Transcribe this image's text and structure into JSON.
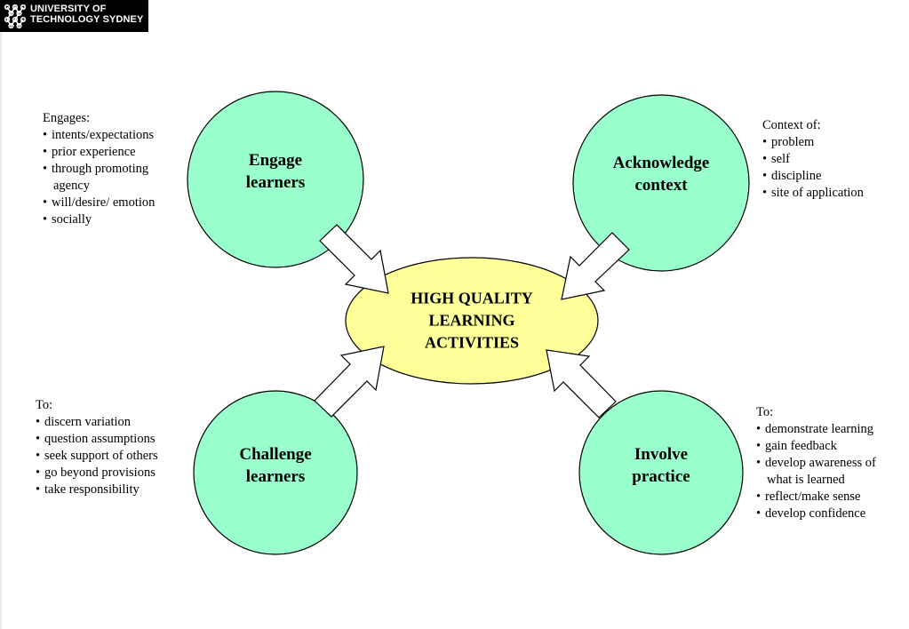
{
  "logo": {
    "line1": "UNIVERSITY OF",
    "line2": "TECHNOLOGY SYDNEY"
  },
  "center": {
    "lines": [
      "HIGH QUALITY",
      "LEARNING",
      "ACTIVITIES"
    ]
  },
  "circles": {
    "engage": {
      "lines": [
        "Engage",
        "learners"
      ]
    },
    "acknowledge": {
      "lines": [
        "Acknowledge",
        "context"
      ]
    },
    "challenge": {
      "lines": [
        "Challenge",
        "learners"
      ]
    },
    "involve": {
      "lines": [
        "Involve",
        "practice"
      ]
    }
  },
  "notes": {
    "engages": {
      "heading": "Engages:",
      "items": [
        "intents/expectations",
        "prior experience",
        "through promoting",
        "will/desire/ emotion",
        "socially"
      ],
      "continuation": "agency"
    },
    "context": {
      "heading": "Context of:",
      "items": [
        "problem",
        "self",
        "discipline",
        "site of application"
      ]
    },
    "challenge": {
      "heading": "To:",
      "items": [
        "discern variation",
        "question assumptions",
        "seek support of others",
        "go beyond provisions",
        "take responsibility"
      ]
    },
    "involve": {
      "heading": "To:",
      "items": [
        "demonstrate learning",
        "gain feedback",
        "develop awareness of",
        "reflect/make sense",
        "develop confidence"
      ],
      "continuation": "what is learned"
    }
  },
  "colors": {
    "circle_fill": "#99ffcc",
    "ellipse_fill": "#ffff99",
    "arrow_fill": "#ffffff",
    "stroke": "#000000"
  }
}
